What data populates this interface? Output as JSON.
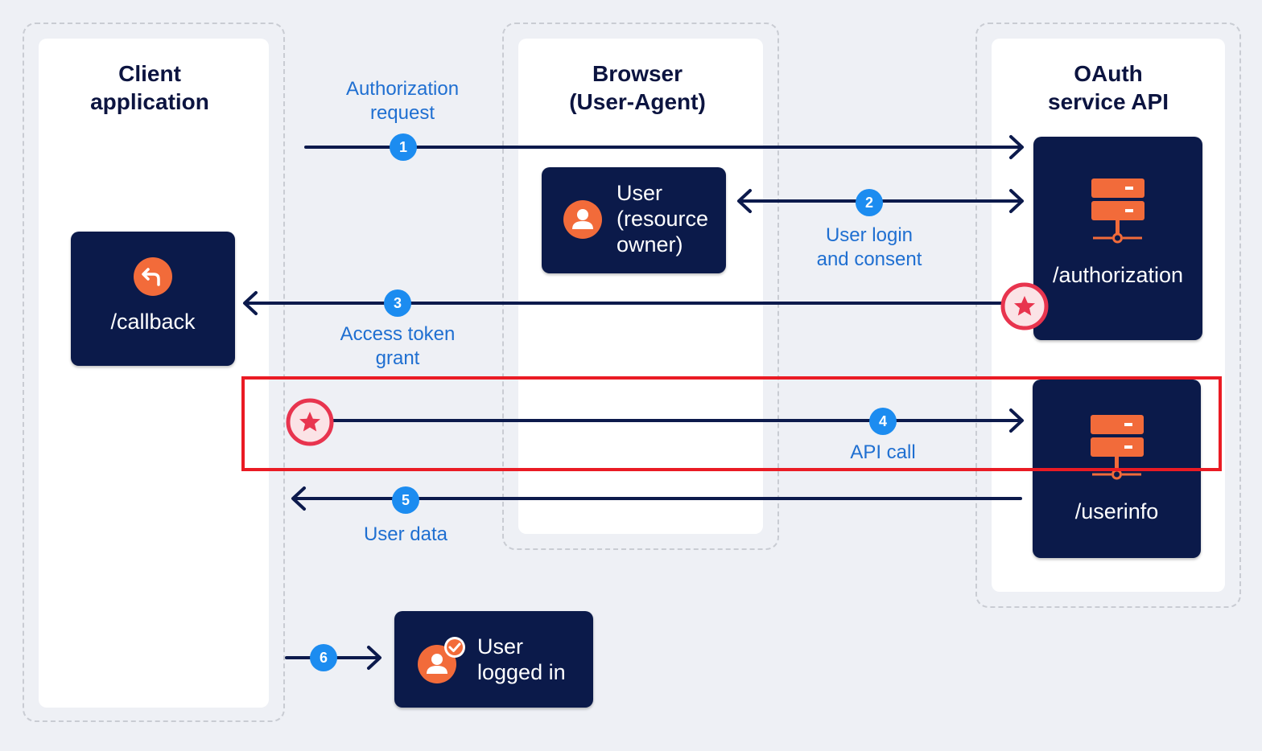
{
  "lanes": {
    "client": {
      "title_line1": "Client",
      "title_line2": "application"
    },
    "browser": {
      "title_line1": "Browser",
      "title_line2": "(User-Agent)"
    },
    "oauth": {
      "title_line1": "OAuth",
      "title_line2": "service API"
    }
  },
  "boxes": {
    "callback": {
      "label": "/callback",
      "icon": "return-arrow-icon"
    },
    "resource_owner": {
      "line1": "User",
      "line2": "(resource",
      "line3": "owner)",
      "icon": "user-icon"
    },
    "authorization": {
      "label": "/authorization",
      "icon": "server-icon"
    },
    "userinfo": {
      "label": "/userinfo",
      "icon": "server-icon"
    },
    "logged_in": {
      "line1": "User",
      "line2": "logged in",
      "icon": "user-check-icon"
    }
  },
  "steps": [
    {
      "number": "1",
      "label_line1": "Authorization",
      "label_line2": "request"
    },
    {
      "number": "2",
      "label_line1": "User login",
      "label_line2": "and consent"
    },
    {
      "number": "3",
      "label_line1": "Access token",
      "label_line2": "grant"
    },
    {
      "number": "4",
      "label_line1": "API call",
      "label_line2": ""
    },
    {
      "number": "5",
      "label_line1": "User data",
      "label_line2": ""
    },
    {
      "number": "6",
      "label_line1": "",
      "label_line2": ""
    }
  ],
  "colors": {
    "background": "#eef0f5",
    "box": "#0b1a4a",
    "arrow": "#0c1a4c",
    "step_badge": "#1c8cf0",
    "label": "#1f6fd1",
    "icon_orange": "#f26b3a",
    "token_star": "#e8344e",
    "highlight": "#ea1b24"
  }
}
